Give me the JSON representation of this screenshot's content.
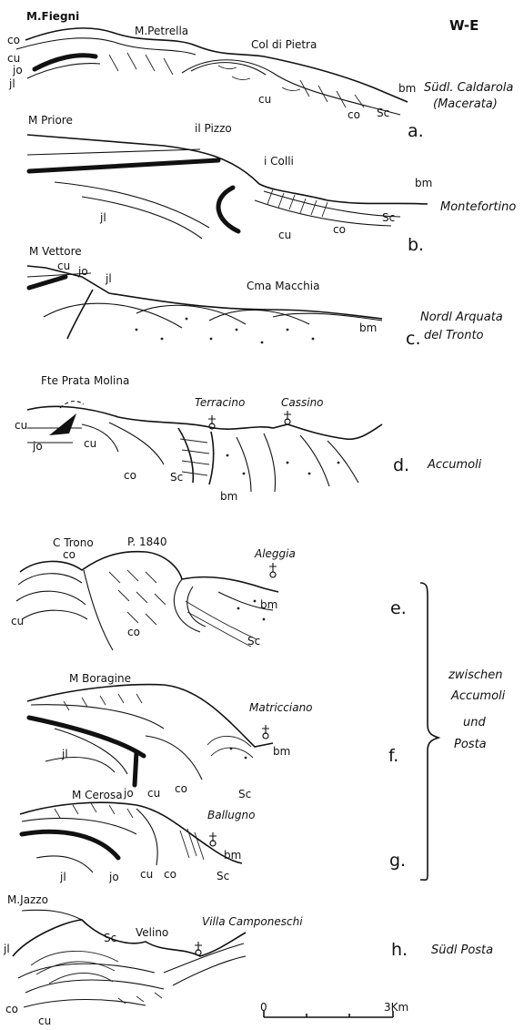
{
  "header": {
    "orientation": "W-E"
  },
  "sections": [
    {
      "letter": "a.",
      "place_lines": [
        "Südl. Caldarola",
        "(Macerata)"
      ],
      "labels": {
        "peak1": "M.Fiegni",
        "peak2": "M.Petrella",
        "peak3": "Col di Pietra",
        "u_co": "co",
        "u_cu": "cu",
        "u_jo": "jo",
        "u_jl": "jl",
        "u_cu2": "cu",
        "u_co2": "co",
        "u_sc": "Sc",
        "u_bm": "bm"
      }
    },
    {
      "letter": "b.",
      "place_lines": [
        "Montefortino"
      ],
      "labels": {
        "peak1": "M Priore",
        "peak2": "il Pizzo",
        "peak3": "i Colli",
        "u_jl": "jl",
        "u_cu": "cu",
        "u_co": "co",
        "u_sc": "Sc",
        "u_bm": "bm"
      }
    },
    {
      "letter": "c.",
      "place_lines": [
        "Nordl Arquata",
        "del Tronto"
      ],
      "labels": {
        "peak1": "M Vettore",
        "peak2": "Cma Macchia",
        "u_cu": "cu",
        "u_jo": "jo",
        "u_jl": "jl",
        "u_bm": "bm"
      }
    },
    {
      "letter": "d.",
      "place_lines": [
        "Accumoli"
      ],
      "labels": {
        "peak1": "Fte Prata Molina",
        "town1": "Terracino",
        "town2": "Cassino",
        "u_cu": "cu",
        "u_jo": "jo",
        "u_cu2": "cu",
        "u_co": "co",
        "u_sc": "Sc",
        "u_bm": "bm"
      }
    },
    {
      "letter": "e.",
      "place_lines": [],
      "labels": {
        "peak1": "C Trono",
        "peak2": "P. 1840",
        "town1": "Aleggia",
        "u_co": "co",
        "u_cu": "cu",
        "u_co2": "co",
        "u_bm": "bm",
        "u_sc": "Sc"
      }
    },
    {
      "letter": "f.",
      "place_lines": [],
      "labels": {
        "peak1": "M Boragine",
        "town1": "Matricciano",
        "u_jl": "jl",
        "u_jo": "jo",
        "u_cu": "cu",
        "u_co": "co",
        "u_sc": "Sc",
        "u_bm": "bm"
      }
    },
    {
      "letter": "g.",
      "place_lines": [],
      "labels": {
        "peak1": "M Cerosa",
        "town1": "Ballugno",
        "u_jl": "jl",
        "u_jo": "jo",
        "u_cu": "cu",
        "u_co": "co",
        "u_sc": "Sc",
        "u_bm": "bm"
      }
    },
    {
      "letter": "h.",
      "place_lines": [
        "Südl Posta"
      ],
      "labels": {
        "peak1": "M.Jazzo",
        "peak2": "Velino",
        "town1": "Villa Camponeschi",
        "u_jl": "jl",
        "u_sc": "Sc",
        "u_co": "co",
        "u_cu": "cu"
      }
    }
  ],
  "bracket_text": [
    "zwischen",
    "Accumoli",
    "und",
    "Posta"
  ],
  "scale": {
    "start": "0",
    "end": "3Km"
  }
}
